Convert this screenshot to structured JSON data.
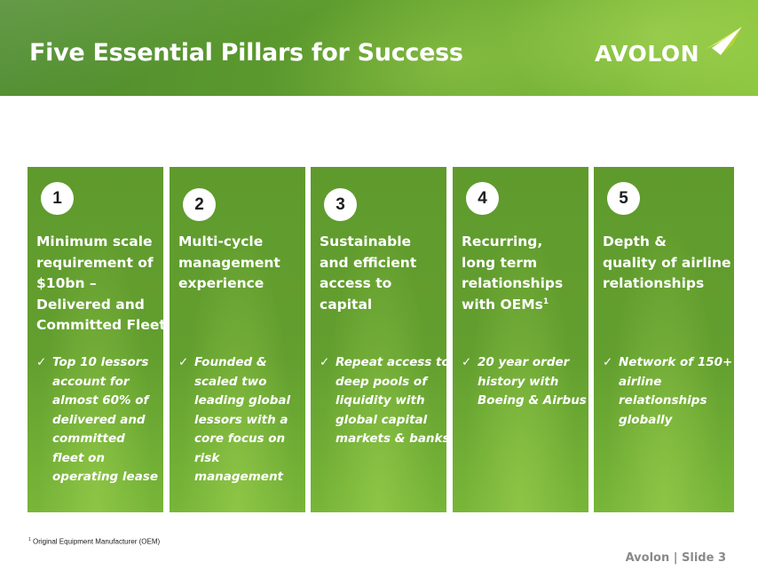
{
  "header": {
    "title": "Five Essential Pillars for Success",
    "logo_text": "AVOLON",
    "logo_icon": "avolon-wing-icon",
    "colors": {
      "header_green": "#5c9a2e",
      "pillar_green": "#639f2f",
      "logo_accent": "#b5d334"
    }
  },
  "pillars": [
    {
      "number": "1",
      "heading_lines": [
        "Minimum scale",
        "requirement of",
        "$10bn –",
        "Delivered and",
        "Committed Fleet"
      ],
      "bullet_lines": [
        "Top 10 lessors",
        "account for",
        "almost 60% of",
        "delivered and",
        "committed",
        "fleet on",
        "operating lease"
      ]
    },
    {
      "number": "2",
      "heading_lines": [
        "Multi-cycle",
        "management",
        "experience"
      ],
      "bullet_lines": [
        "Founded &",
        "scaled two",
        "leading global",
        "lessors with a",
        "core focus on risk",
        "management"
      ]
    },
    {
      "number": "3",
      "heading_lines": [
        "Sustainable",
        "and efficient",
        "access to",
        "capital"
      ],
      "bullet_lines": [
        "Repeat access to",
        "deep pools of",
        "liquidity with",
        "global capital",
        "markets & banks"
      ]
    },
    {
      "number": "4",
      "heading_lines": [
        "Recurring,",
        "long term",
        "relationships",
        "with OEMs"
      ],
      "heading_superscript": "1",
      "bullet_lines": [
        "20 year order",
        "history with",
        "Boeing & Airbus"
      ]
    },
    {
      "number": "5",
      "heading_lines": [
        "Depth &",
        "quality of airline",
        "relationships"
      ],
      "bullet_lines": [
        "Network of 150+",
        "airline",
        "relationships",
        "globally"
      ]
    }
  ],
  "bullet_check": "✓",
  "footnote": {
    "marker": "1",
    "text": "Original Equipment Manufacturer (OEM)"
  },
  "footer": {
    "company": "Avolon",
    "separator": "|",
    "slide": "Slide 3"
  }
}
